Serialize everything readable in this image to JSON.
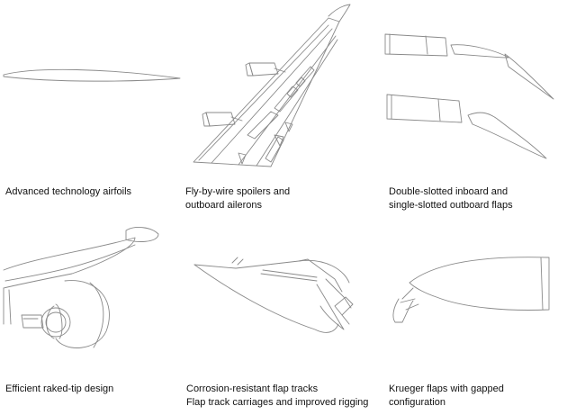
{
  "panels": [
    {
      "lines": [
        "Advanced technology airfoils"
      ]
    },
    {
      "lines": [
        "Fly-by-wire spoilers and",
        "outboard ailerons"
      ]
    },
    {
      "lines": [
        "Double-slotted inboard and",
        "single-slotted outboard flaps"
      ]
    },
    {
      "lines": [
        "Efficient raked-tip design"
      ]
    },
    {
      "lines": [
        "Corrosion-resistant flap tracks",
        "Flap track carriages and improved rigging"
      ]
    },
    {
      "lines": [
        "Krueger flaps with gapped",
        "configuration"
      ]
    }
  ],
  "icons": {
    "airfoil": "airfoil-drawing",
    "wing": "wing-spoilers-ailerons-drawing",
    "flaps": "flaps-drawing",
    "raked_tip": "raked-tip-wing-drawing",
    "flap_track": "flap-track-drawing",
    "krueger": "krueger-flap-drawing"
  }
}
